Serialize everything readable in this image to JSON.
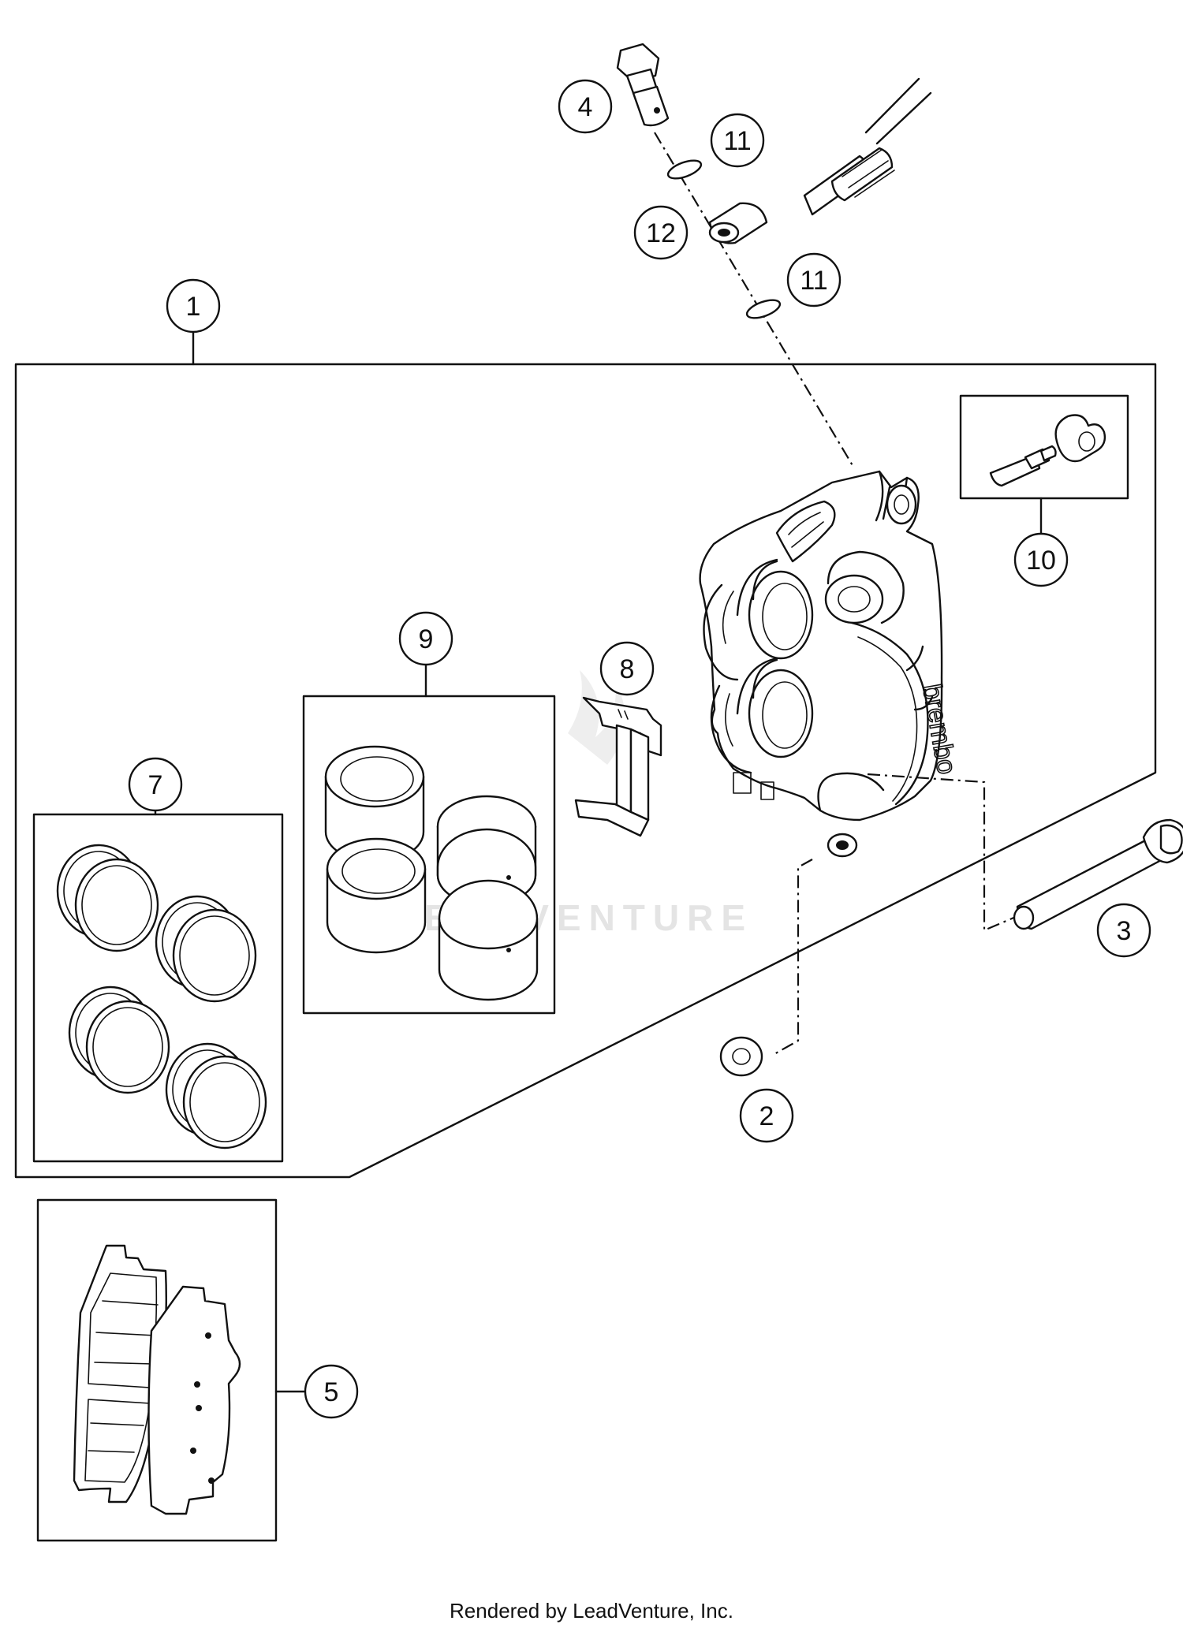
{
  "callouts": [
    {
      "id": "1",
      "label": "1"
    },
    {
      "id": "2",
      "label": "2"
    },
    {
      "id": "3",
      "label": "3"
    },
    {
      "id": "4",
      "label": "4"
    },
    {
      "id": "5",
      "label": "5"
    },
    {
      "id": "7",
      "label": "7"
    },
    {
      "id": "8",
      "label": "8"
    },
    {
      "id": "9",
      "label": "9"
    },
    {
      "id": "10",
      "label": "10"
    },
    {
      "id": "11a",
      "label": "11"
    },
    {
      "id": "11b",
      "label": "11"
    },
    {
      "id": "12",
      "label": "12"
    }
  ],
  "watermark": "LEADVENTURE",
  "footer": "Rendered by LeadVenture, Inc."
}
